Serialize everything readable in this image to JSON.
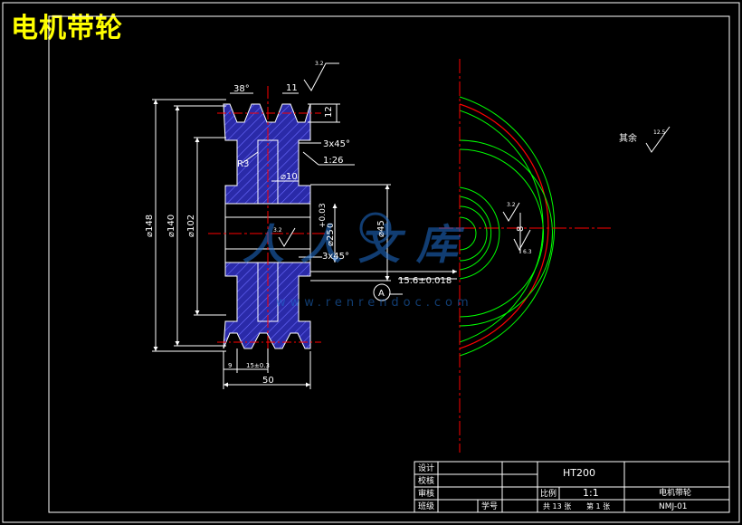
{
  "overlay_title": "电机带轮",
  "dimensions": {
    "angle": "38°",
    "groove_top": "11",
    "groove_depth": "12",
    "chamfer1": "3x45°",
    "taper": "1:26",
    "radius": "R3",
    "bore_small": "⌀10",
    "outer_dia": "⌀148",
    "pitch_dia": "⌀140",
    "hub_dia": "⌀102",
    "hub_bore": "⌀45",
    "bore": "⌀25",
    "bore_tol_upper": "+0.03",
    "bore_tol_lower": "0",
    "chamfer2": "3x45°",
    "key_width": "15.6±0.018",
    "width": "50",
    "edge_left": "9",
    "edge_mid": "15±0.3",
    "keyway_depth": "8",
    "section_label": "A"
  },
  "roughness": {
    "main": "3.2",
    "hub": "3.2",
    "keyway_top": "3.2",
    "keyway_side": "6.3",
    "others_label": "其余",
    "others_value": "12.5"
  },
  "watermark": {
    "brand": "人人文库",
    "url": "www.renrendoc.com"
  },
  "title_block": {
    "design": "设计",
    "check": "校核",
    "review": "审核",
    "class": "班级",
    "student_no": "学号",
    "material": "HT200",
    "scale_label": "比例",
    "scale": "1:1",
    "part_name": "电机带轮",
    "sheets": "共 13 张",
    "sheet_no": "第 1 张",
    "drawing_no": "NMJ-01"
  },
  "colors": {
    "background": "#000000",
    "frame": "#ffffff",
    "hatch": "#3a3ac8",
    "centerline": "#ff0000",
    "circle": "#00ff00",
    "dimension": "#ffffff",
    "title": "#ffff00"
  }
}
